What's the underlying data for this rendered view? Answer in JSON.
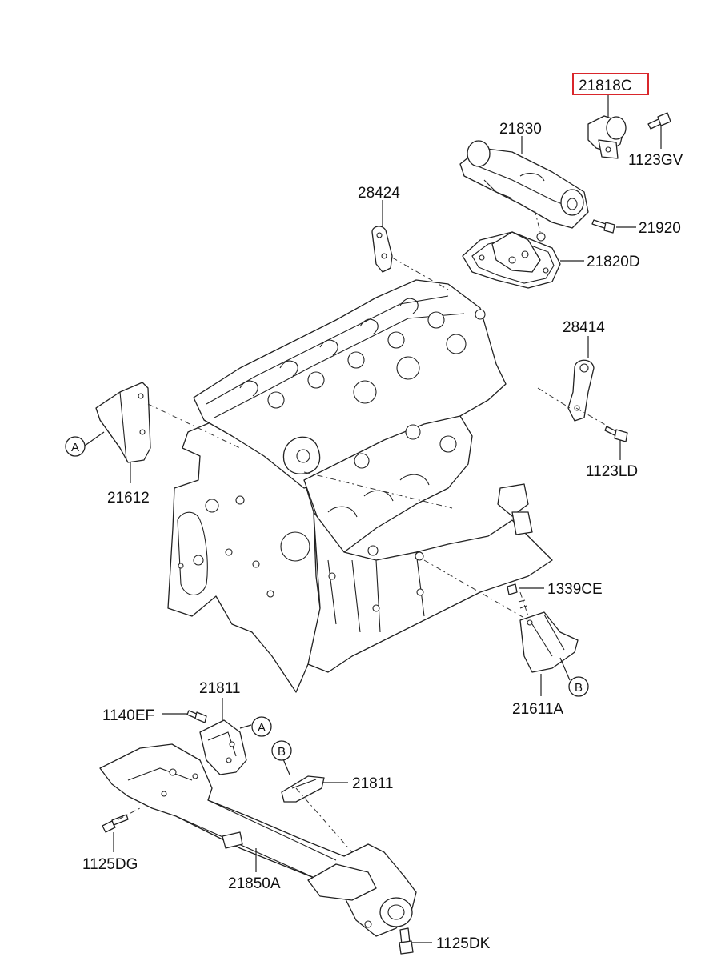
{
  "labels": {
    "p21818C": "21818C",
    "p1123GV": "1123GV",
    "p21830": "21830",
    "p21920": "21920",
    "p21820D": "21820D",
    "p28424": "28424",
    "p28414": "28414",
    "p1123LD": "1123LD",
    "p21612": "21612",
    "p1339CE": "1339CE",
    "p21611A": "21611A",
    "p21811_top": "21811",
    "p1140EF": "1140EF",
    "p21811_right": "21811",
    "p1125DG": "1125DG",
    "p21850A": "21850A",
    "p1125DK": "1125DK"
  },
  "callouts": {
    "a_left": "A",
    "b_right": "B",
    "a_lower": "A",
    "b_lower": "B"
  },
  "colors": {
    "highlight_box": "#d9262b",
    "line": "#222222"
  }
}
